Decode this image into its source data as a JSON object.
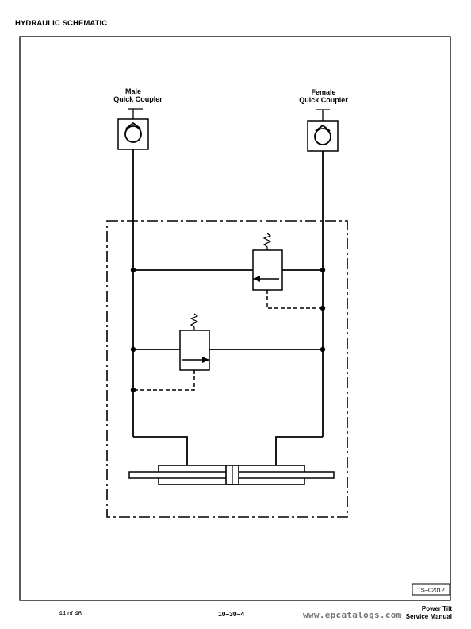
{
  "header": {
    "title": "HYDRAULIC SCHEMATIC"
  },
  "diagram": {
    "male_coupler_label": [
      "Male",
      "Quick Coupler"
    ],
    "female_coupler_label": [
      "Female",
      "Quick Coupler"
    ],
    "drawing_id": "TS–02012"
  },
  "footer": {
    "page": "44 of 46",
    "section": "10–30–4",
    "title_line1": "Power Tilt",
    "title_line2": "Service Manual",
    "watermark": "www.epcatalogs.com"
  }
}
